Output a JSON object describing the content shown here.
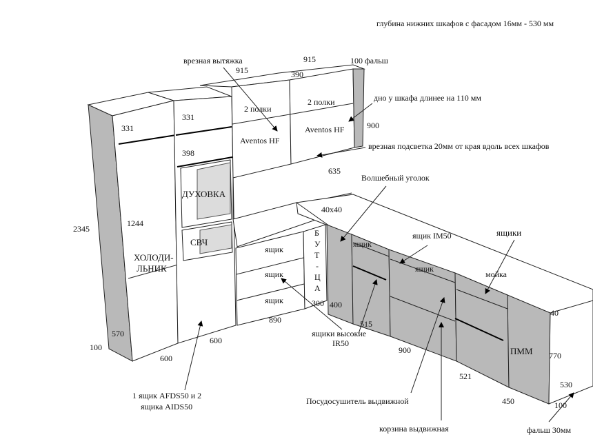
{
  "note_top": "глубина нижних шкафов с фасадом 16мм - 530 мм",
  "hood": "врезная вытяжка",
  "false_top": "100 фальш",
  "bottom_longer": "дно у шкафа длинее на 110 мм",
  "lighting": "врезная подсветка 20мм от края вдоль всех шкафов",
  "magic_corner": "Волшебный уголок",
  "drawer_im50": "ящик IM50",
  "drawers": "ящики",
  "sink": "мойка",
  "pmm": "ПММ",
  "fridge_line1": "ХОЛОДИ-",
  "fridge_line2": "ЛЬНИК",
  "oven": "ДУХОВКА",
  "microwave": "СВЧ",
  "shelves": "2 полки",
  "aventos": "Aventos HF",
  "drawer": "ящик",
  "bottle_letters": [
    "Б",
    "У",
    "Т",
    "-",
    "Ц",
    "А"
  ],
  "tall_drawers_1": "ящики высокие",
  "tall_drawers_2": "IR50",
  "afds_1": "1 ящик AFDS50 и 2",
  "afds_2": "ящика AIDS50",
  "dish_dryer": "Посудосушитель выдвижной",
  "basket": "корзина выдвижная",
  "false_30": "фальш 30мм",
  "dims": {
    "d915a": "915",
    "d915b": "915",
    "d390": "390",
    "d331a": "331",
    "d331b": "331",
    "d398": "398",
    "d900a": "900",
    "d635": "635",
    "d40x40": "40x40",
    "d2345": "2345",
    "d1244": "1244",
    "d570": "570",
    "d100a": "100",
    "d600a": "600",
    "d600b": "600",
    "d890": "890",
    "d300": "300",
    "d400": "400",
    "d515": "515",
    "d900b": "900",
    "d521": "521",
    "d450": "450",
    "d40": "40",
    "d770": "770",
    "d530": "530",
    "d100b": "100"
  }
}
